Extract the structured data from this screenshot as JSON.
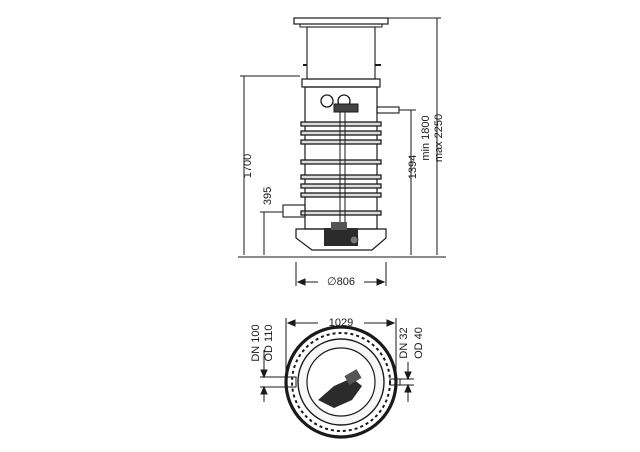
{
  "side_view": {
    "height_left_total": "1700",
    "height_inlet": "395",
    "height_mid": "1394",
    "height_min": "min 1800",
    "height_max": "max 2250",
    "base_diameter": "∅806"
  },
  "top_view": {
    "outer_diameter": "1029",
    "inlet_dn": "DN 100",
    "inlet_od": "OD 110",
    "outlet_dn": "DN 32",
    "outlet_od": "OD 40"
  },
  "colors": {
    "line": "#1a1a1a",
    "shaft_fill": "#f2f2f2",
    "dark": "#2b2b2b"
  }
}
